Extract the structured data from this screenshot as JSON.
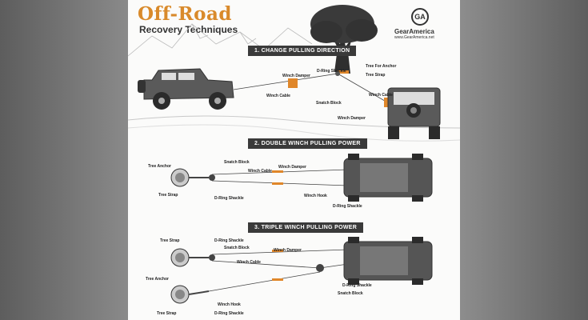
{
  "header": {
    "title": "Off-Road",
    "subtitle": "Recovery Techniques"
  },
  "logo": {
    "monogram": "GA",
    "name": "GearAmerica",
    "url": "www.GearAmerica.net"
  },
  "sections": [
    {
      "banner": "1. CHANGE PULLING DIRECTION",
      "labels": [
        "Tree For Anchor",
        "D-Ring Shackle",
        "Winch Damper",
        "Tree Strap",
        "Winch Cable",
        "Snatch Block",
        "Winch Cable",
        "Winch Damper"
      ]
    },
    {
      "banner": "2. DOUBLE WINCH PULLING POWER",
      "labels": [
        "Tree Anchor",
        "Snatch Block",
        "Winch Damper",
        "Winch Cable",
        "Tree Strap",
        "D-Ring Shackle",
        "Winch Hook",
        "D-Ring Shackle"
      ]
    },
    {
      "banner": "3. TRIPLE WINCH PULLING POWER",
      "labels": [
        "Tree Strap",
        "D-Ring Shackle",
        "Snatch Block",
        "Winch Damper",
        "Winch Cable",
        "D-Ring Shackle",
        "Snatch Block",
        "Tree Anchor",
        "Winch Hook",
        "Tree Strap",
        "D-Ring Shackle"
      ]
    }
  ],
  "colors": {
    "accent": "#d98a2b",
    "damper": "#e0872a",
    "banner": "#3a3a3a",
    "ink": "#333333"
  }
}
